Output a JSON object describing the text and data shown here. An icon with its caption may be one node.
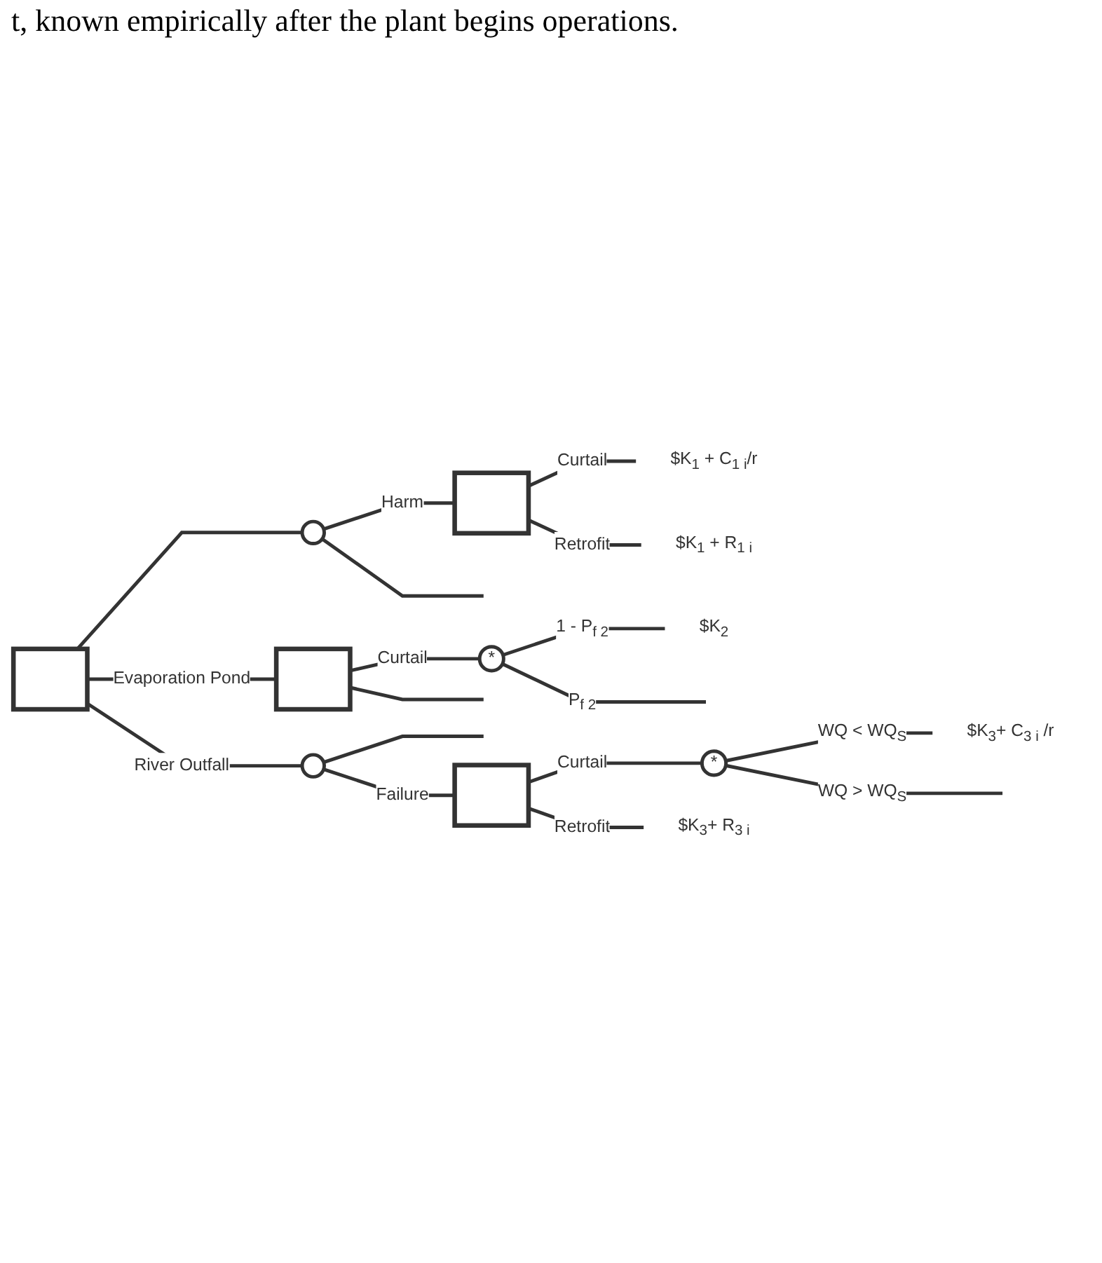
{
  "diagram": {
    "nodes": [
      {
        "text": [],
        "shape": "box"
      },
      {
        "text": [],
        "shape": "circle"
      },
      {
        "text": [],
        "shape": "box"
      },
      {
        "text": [
          "$K$_{1}$ + C$_{1 i}$/r"
        ]
      },
      {
        "text": [
          "$K$_{1}$ + R$_{1 i}$"
        ]
      },
      {
        "text": [],
        "shape": "box"
      },
      {
        "text": [
          "*"
        ]
      },
      {
        "text": [
          "$K$_{2}$"
        ]
      },
      {
        "text": [],
        "shape": "circle"
      },
      {
        "text": [],
        "shape": "box"
      },
      {
        "text": [
          "*"
        ]
      },
      {
        "text": [
          "$K$_{3}$+ C$_{3 i}$ /r"
        ]
      },
      {
        "text": [
          "$K$_{3}$+ R$_{3 i}$"
        ]
      }
    ],
    "edges": [
      {
        "from": 0,
        "to": 1,
        "arrow": "none"
      },
      {
        "from": 1,
        "to": 2,
        "arrow": "none",
        "label": "Harm"
      },
      {
        "from": 2,
        "to": 3,
        "arrow": "none",
        "label": "Curtail"
      },
      {
        "from": 2,
        "to": 4,
        "arrow": "none",
        "label": "Retrofit"
      },
      {
        "from": 1,
        "to": null,
        "arrow": "none"
      },
      {
        "from": 0,
        "to": 5,
        "arrow": "none",
        "label": "Evaporation Pond"
      },
      {
        "from": 5,
        "to": 6,
        "arrow": "none",
        "label": "Curtail"
      },
      {
        "from": 6,
        "to": 7,
        "arrow": "none",
        "label": "1 - P$_{f 2}$"
      },
      {
        "from": 6,
        "to": null,
        "arrow": "none",
        "label": "P$_{f 2}$"
      },
      {
        "from": 5,
        "to": null,
        "arrow": "none"
      },
      {
        "from": 0,
        "to": 8,
        "arrow": "none",
        "label": "River Outfall"
      },
      {
        "from": 8,
        "to": null,
        "arrow": "none"
      },
      {
        "from": 8,
        "to": 9,
        "arrow": "none",
        "label": "Failure"
      },
      {
        "from": 9,
        "to": 10,
        "arrow": "none",
        "label": "Curtail"
      },
      {
        "from": 10,
        "to": 11,
        "arrow": "none",
        "label": "WQ < WQ$_{S}$"
      },
      {
        "from": 10,
        "to": null,
        "arrow": "none",
        "label": "WQ > WQ$_{S}$"
      },
      {
        "from": 9,
        "to": 12,
        "arrow": "none",
        "label": "Retrofit"
      }
    ],
    "labels": [
      "t, known empirically after the plant begins operations."
    ]
  }
}
